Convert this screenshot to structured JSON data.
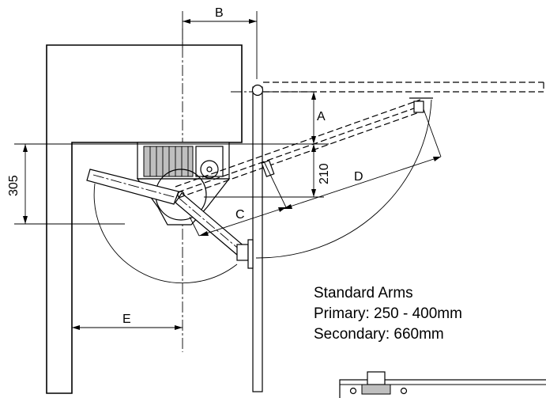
{
  "dimensions": {
    "a": "A",
    "b": "B",
    "c": "C",
    "d": "D",
    "e": "E",
    "d305": "305",
    "d210": "210"
  },
  "notes": {
    "line1": "Standard Arms",
    "line2": "Primary: 250 - 400mm",
    "line3": "Secondary: 660mm"
  }
}
